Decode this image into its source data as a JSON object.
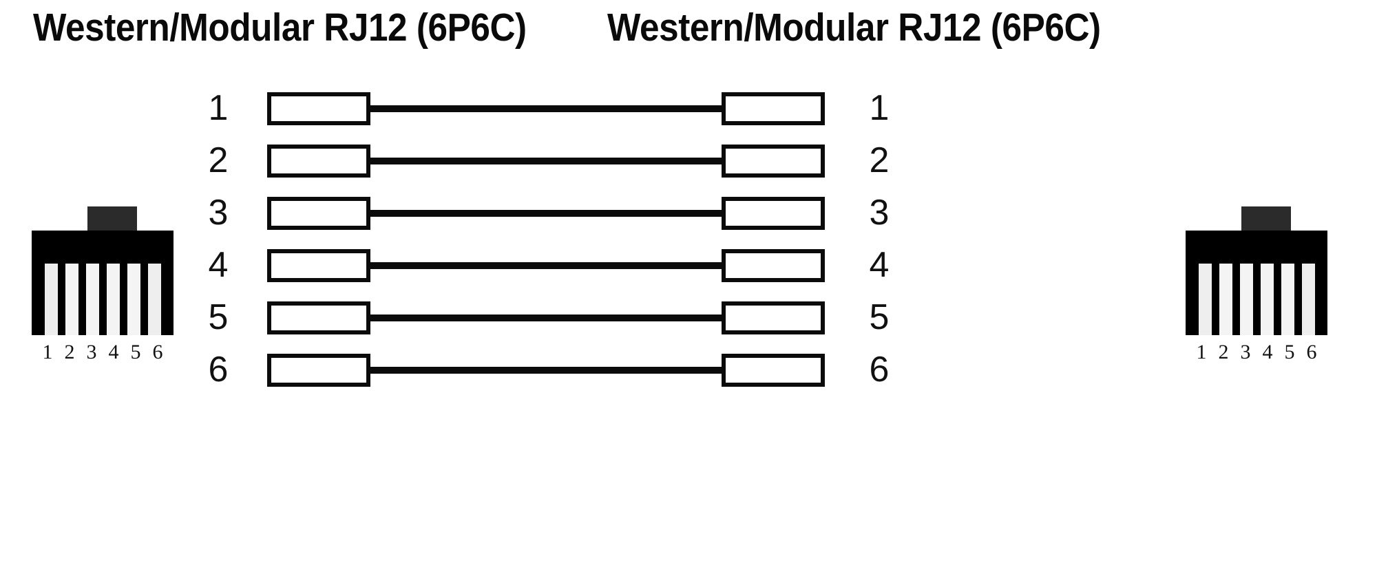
{
  "diagram": {
    "kind": "rj12-straight-through-pinout",
    "background_color": "#ffffff",
    "line_color": "#0b0b0b",
    "connector_body_color": "#000000",
    "connector_latch_color": "#2b2b2b",
    "connector_pin_color": "#f4f4f4"
  },
  "titles": {
    "left": "Western/Modular RJ12 (6P6C)",
    "right": "Western/Modular RJ12 (6P6C)"
  },
  "left_connector": {
    "pin_labels": [
      "1",
      "2",
      "3",
      "4",
      "5",
      "6"
    ]
  },
  "right_connector": {
    "pin_labels": [
      "1",
      "2",
      "3",
      "4",
      "5",
      "6"
    ]
  },
  "wiring": {
    "rows": [
      {
        "left_pin": "1",
        "right_pin": "1"
      },
      {
        "left_pin": "2",
        "right_pin": "2"
      },
      {
        "left_pin": "3",
        "right_pin": "3"
      },
      {
        "left_pin": "4",
        "right_pin": "4"
      },
      {
        "left_pin": "5",
        "right_pin": "5"
      },
      {
        "left_pin": "6",
        "right_pin": "6"
      }
    ]
  }
}
